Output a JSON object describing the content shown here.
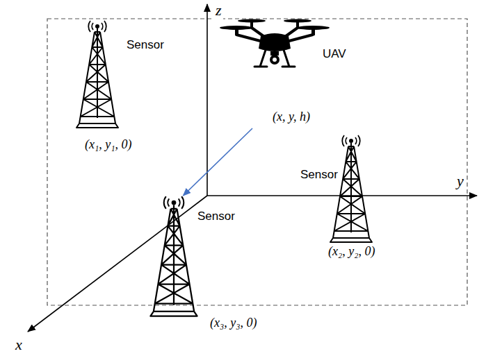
{
  "diagram": {
    "nodes": [
      {
        "text": [
          "Sensor",
          "(x₁, y₁, 0)"
        ]
      },
      {
        "text": [
          "UAV",
          "(x, y, h)"
        ]
      },
      {
        "text": [
          "Sensor",
          "(x₂, y₂, 0)"
        ]
      },
      {
        "text": [
          "Sensor",
          "(x₃, y₃, 0)"
        ]
      }
    ],
    "edges": [
      {
        "from": 1,
        "to": 3,
        "arrow": "to"
      }
    ],
    "labels": [
      "z",
      "y",
      "x"
    ]
  }
}
